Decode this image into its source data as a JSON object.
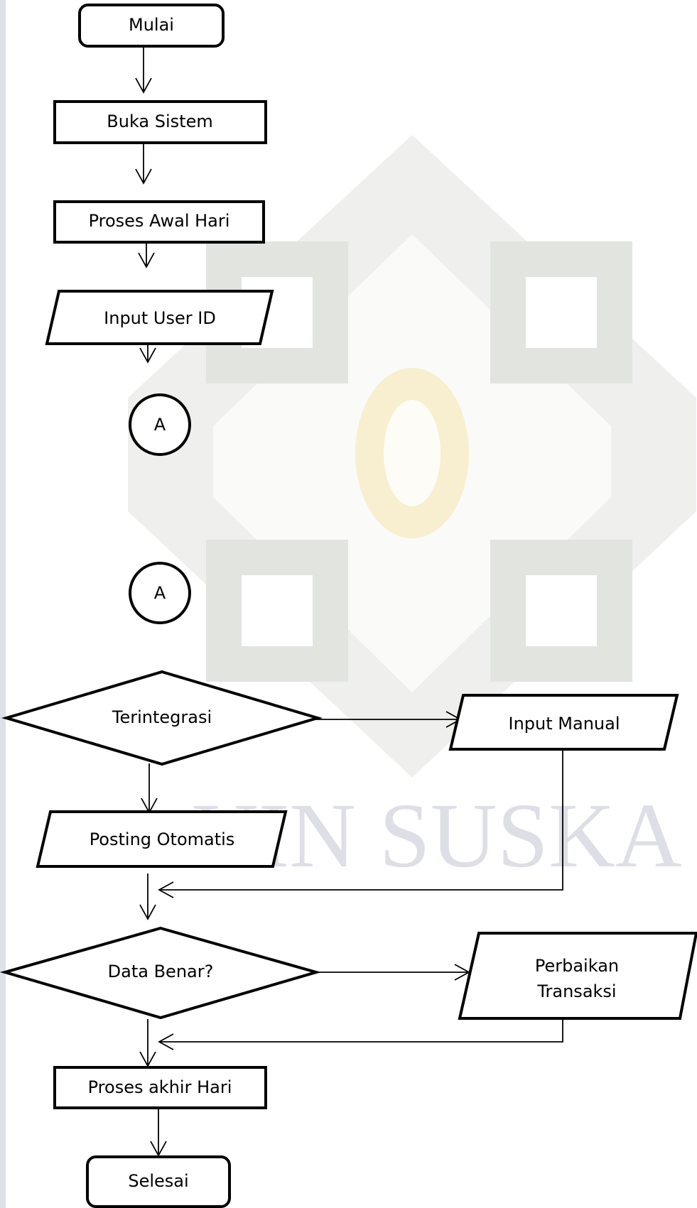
{
  "flowchart": {
    "start": "Mulai",
    "open_system": "Buka Sistem",
    "start_of_day": "Proses Awal Hari",
    "input_user_id": "Input User ID",
    "connector_out": "A",
    "connector_in": "A",
    "decision_integrated": "Terintegrasi",
    "input_manual": "Input Manual",
    "auto_posting": "Posting Otomatis",
    "decision_data_ok": "Data Benar?",
    "fix_transaction": [
      "Perbaikan",
      "Transaksi"
    ],
    "end_of_day": "Proses akhir Hari",
    "finish": "Selesai"
  },
  "watermark": {
    "text": "UIN SUSKA RIAU",
    "colors": {
      "emblem": "#e2e4e0",
      "text": "#dedfe6",
      "ornament": "#f6ecc4"
    }
  }
}
